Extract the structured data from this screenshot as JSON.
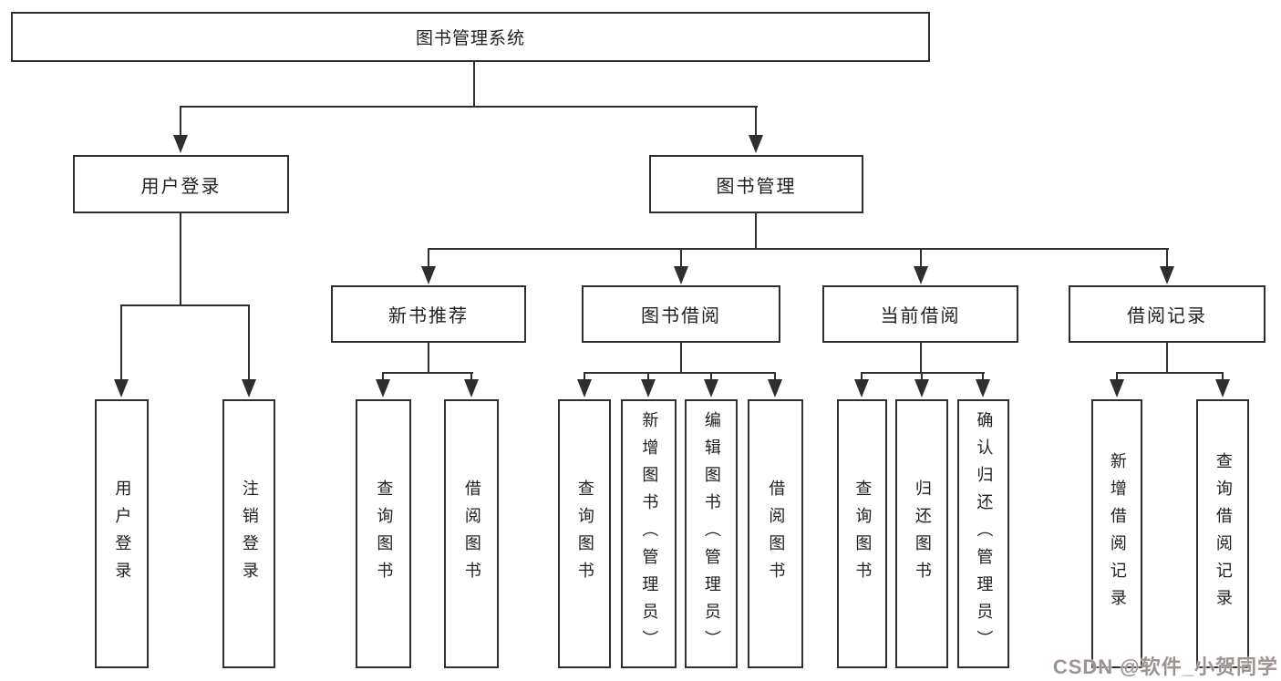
{
  "nodes": {
    "root": "图书管理系统",
    "level2": [
      "用户登录",
      "图书管理"
    ],
    "level3": [
      "新书推荐",
      "图书借阅",
      "当前借阅",
      "借阅记录"
    ],
    "leaves_login": [
      "用户登录",
      "注销登录"
    ],
    "leaves_newbook": [
      "查询图书",
      "借阅图书"
    ],
    "leaves_borrow": [
      "查询图书",
      "新增图书（管理员）",
      "编辑图书（管理员）",
      "借阅图书"
    ],
    "leaves_current": [
      "查询图书",
      "归还图书",
      "确认归还（管理员）"
    ],
    "leaves_records": [
      "新增借阅记录",
      "查询借阅记录"
    ]
  },
  "watermark": "CSDN @软件_小贺同学",
  "colors": {
    "line": "#2e2e2e",
    "text": "#1f1f1f",
    "watermark": "#9c9492",
    "background": "#ffffff"
  }
}
